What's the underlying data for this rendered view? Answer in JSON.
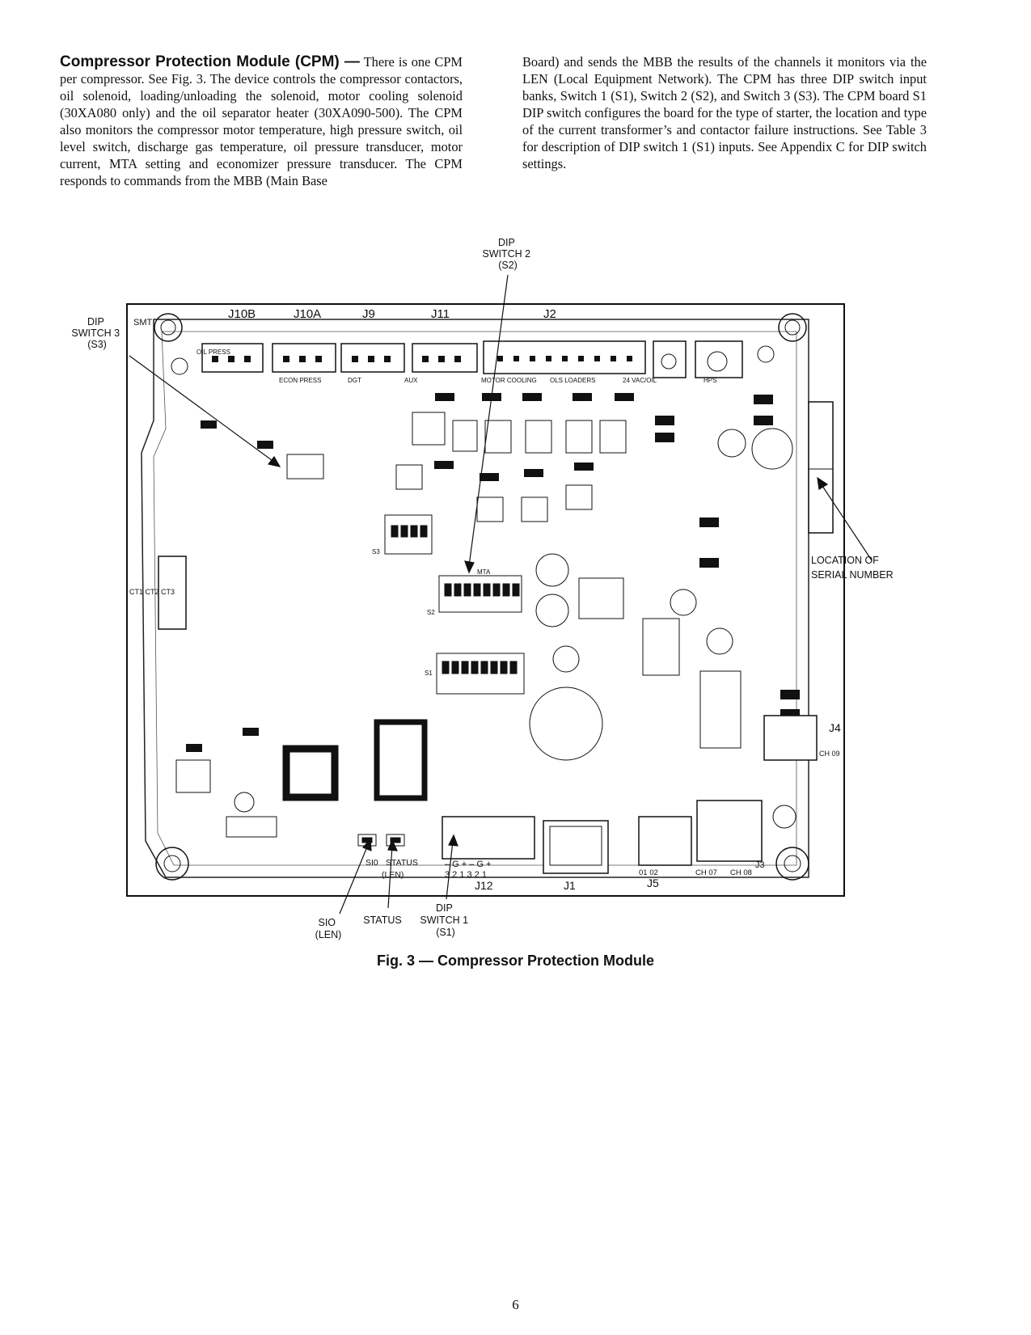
{
  "left_column": {
    "heading": "Compressor Protection Module (CPM) —",
    "body": " There is one CPM per compressor. See Fig. 3. The device controls the compressor contactors, oil solenoid, loading/unloading the solenoid, motor cooling solenoid (30XA080 only) and the oil separator heater (30XA090-500). The CPM also monitors the compressor motor temperature, high pressure switch, oil level switch, discharge gas temperature, oil pressure transducer, motor current, MTA setting and economizer pressure transducer. The CPM responds to commands from the MBB (Main Base"
  },
  "right_column": {
    "body": "Board) and sends the MBB the results of the channels it monitors via the LEN (Local Equipment Network). The CPM has three DIP switch input banks, Switch 1 (S1), Switch 2 (S2), and Switch 3 (S3). The CPM board S1 DIP switch configures the board for the type of starter, the location and type of the current transformer’s and contactor failure instructions. See Table 3 for description of DIP switch 1 (S1) inputs. See Appendix C for DIP switch settings."
  },
  "figure": {
    "callouts": {
      "dip_s2": [
        "DIP",
        "SWITCH 2",
        "(S2)"
      ],
      "dip_s3": [
        "DIP",
        "SWITCH 3",
        "(S3)"
      ],
      "serial": [
        "LOCATION OF",
        "SERIAL NUMBER"
      ],
      "sio": [
        "SIO",
        "(LEN)"
      ],
      "status": "STATUS",
      "dip_s1": [
        "DIP",
        "SWITCH 1",
        "(S1)"
      ]
    },
    "board_labels": {
      "j12": "J12",
      "j1": "J1",
      "j5": "J5",
      "j4": "J4",
      "j3": "J3",
      "j2": "J2",
      "j11": "J11",
      "j10a": "J10A",
      "j10b": "J10B",
      "j9": "J9",
      "smt": "SMT",
      "si0": "SI0",
      "status_len": "STATUS",
      "len": "(LEN)",
      "ct": "CT1 CT2 CT3",
      "j12_pins": "– G + – G +",
      "j12_nums": "3 2 1 3 2 1",
      "j5_pins": "01  02",
      "ch07": "CH 07",
      "ch08": "CH 08",
      "ch09": "CH 09",
      "oil_press": "OIL PRESS",
      "econo": "ECON PRESS",
      "dgt": "DGT",
      "aux": "AUX",
      "motor": "MOTOR COOLING",
      "loaders": "OLS LOADERS",
      "vac": "24 VAC/OIL",
      "hps": "HPS",
      "mta": "MTA",
      "s1": "S1",
      "s2": "S2",
      "s3": "S3"
    },
    "caption": "Fig. 3 — Compressor Protection Module"
  },
  "page_number": "6"
}
